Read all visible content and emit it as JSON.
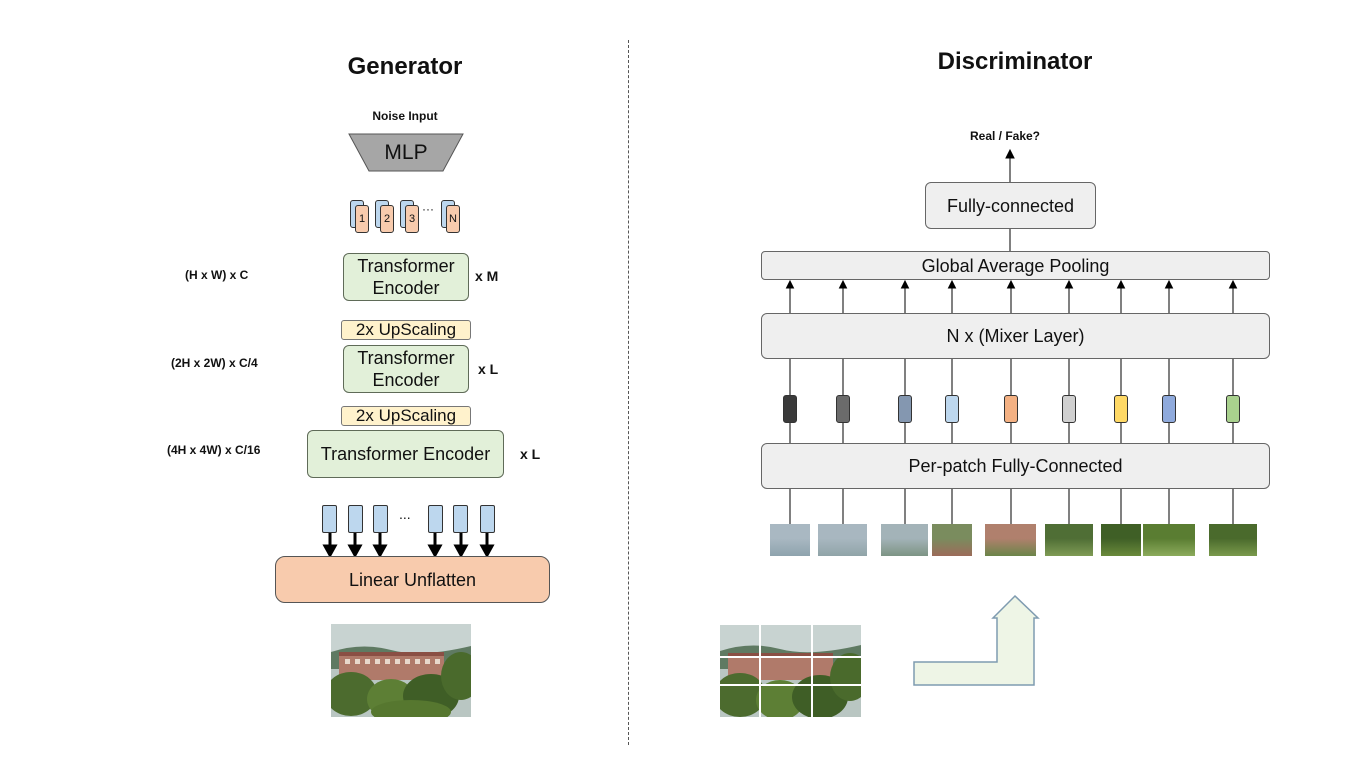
{
  "generator": {
    "title": "Generator",
    "noise_label": "Noise Input",
    "mlp_label": "MLP",
    "tokens": [
      "1",
      "2",
      "3",
      "N"
    ],
    "token_ellipsis": "···",
    "stage1": {
      "dim": "(H x W) x C",
      "block": "Transformer Encoder",
      "repeat": "x M"
    },
    "upscale1": "2x UpScaling",
    "stage2": {
      "dim": "(2H x 2W) x C/4",
      "block": "Transformer Encoder",
      "repeat": "x L"
    },
    "upscale2": "2x UpScaling",
    "stage3": {
      "dim": "(4H x 4W) x C/16",
      "block": "Transformer Encoder",
      "repeat": "x L"
    },
    "patch_ellipsis": "...",
    "unflatten": "Linear Unflatten"
  },
  "discriminator": {
    "title": "Discriminator",
    "output_label": "Real / Fake?",
    "fc": "Fully-connected",
    "pooling": "Global Average Pooling",
    "mixer": "N x (Mixer Layer)",
    "per_patch": "Per-patch Fully-Connected",
    "token_colors": [
      "#3a3a3a",
      "#6b6b6b",
      "#8497b0",
      "#bdd7ee",
      "#f4b183",
      "#d0d0d0",
      "#ffd966",
      "#8faadc",
      "#a9d18e"
    ]
  },
  "colors": {
    "green_fill": "#e2f0d9",
    "yellow_fill": "#fff2cc",
    "orange_fill": "#f8cbad",
    "gray_fill": "#efefef",
    "token_blue": "#bdd7ee",
    "token_peach": "#f8cbad",
    "arrow_fill": "#eef5e6"
  }
}
